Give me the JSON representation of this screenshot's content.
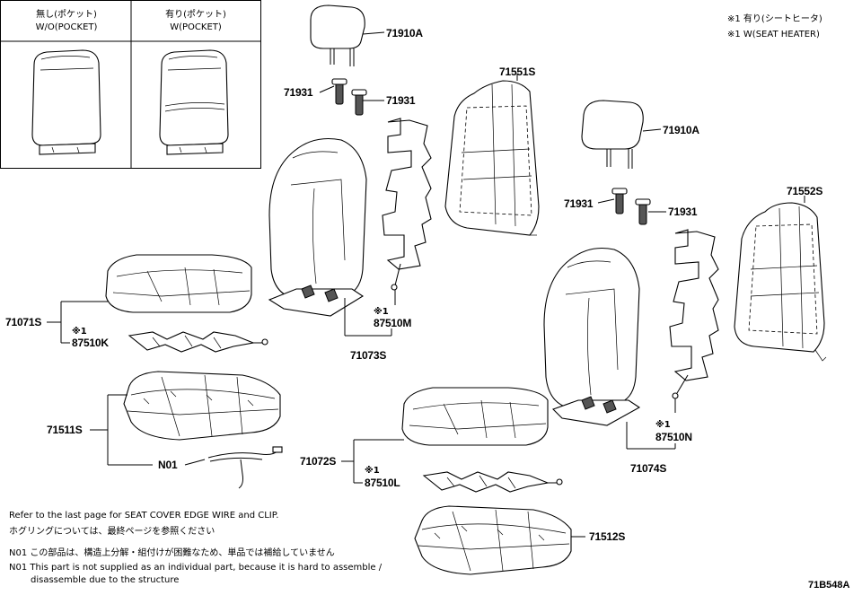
{
  "inset": {
    "left_header": [
      "無し(ポケット)",
      "W/O(POCKET)"
    ],
    "right_header": [
      "有り(ポケット)",
      "W(POCKET)"
    ]
  },
  "legend": {
    "line1": "※1 有り(シートヒータ)",
    "line2": "※1 W(SEAT HEATER)"
  },
  "parts": {
    "p71910A_left": "71910A",
    "p71931_a": "71931",
    "p71931_b": "71931",
    "p71551S": "71551S",
    "p71910A_right": "71910A",
    "p71931_c": "71931",
    "p71931_d": "71931",
    "p71552S": "71552S",
    "p71071S": "71071S",
    "p87510K": "87510K",
    "p87510M": "87510M",
    "p71073S": "71073S",
    "p71511S": "71511S",
    "pN01": "N01",
    "p87510N": "87510N",
    "p71074S": "71074S",
    "p71072S": "71072S",
    "p87510L": "87510L",
    "p71512S": "71512S"
  },
  "marks": {
    "k": "※1",
    "m": "※1",
    "n": "※1",
    "l": "※1"
  },
  "notes": {
    "line1": "Refer to the last page for SEAT COVER EDGE WIRE and CLIP.",
    "line2": "ホグリングについては、最終ページを参照ください",
    "line3": "N01 この部品は、構造上分解・組付けが困難なため、単品では補給していません",
    "line4": "N01 This part is not supplied as an individual part, because it is hard to assemble /",
    "line5": "disassemble due to the structure"
  },
  "diagram_code": "71B548A"
}
